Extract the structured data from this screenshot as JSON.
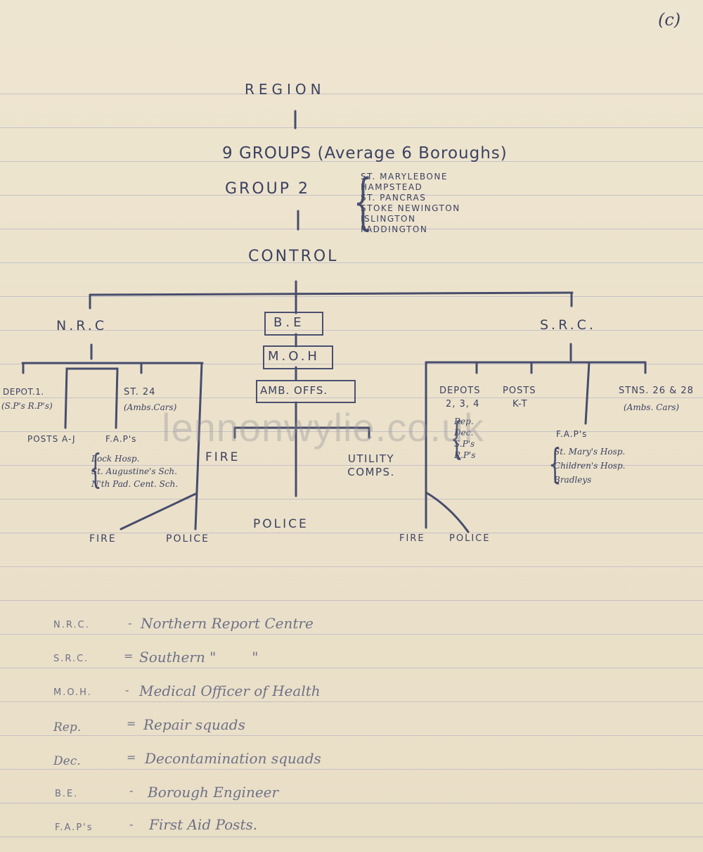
{
  "page_label": "(c)",
  "tree": {
    "region": "REGION",
    "groups": "9 GROUPS (Average 6 Boroughs)",
    "group2": {
      "label": "GROUP 2",
      "boroughs": [
        "ST. MARYLEBONE",
        "HAMPSTEAD",
        "ST. PANCRAS",
        "STOKE NEWINGTON",
        "ISLINGTON",
        "PADDINGTON"
      ]
    },
    "control": "CONTROL",
    "nrc": {
      "label": "N.R.C",
      "depot": "DEPOT.1.",
      "depot_sub": "(S.P's R.P's)",
      "st": "ST. 24",
      "st_sub": "(Ambs.Cars)",
      "posts": "POSTS A-J",
      "faps": "F.A.P's",
      "fap_list": [
        "Lock Hosp.",
        "St. Augustine's Sch.",
        "N'th Pad. Cent. Sch."
      ],
      "fire": "FIRE",
      "police": "POLICE"
    },
    "center": {
      "be": "B.E",
      "moh": "M.O.H",
      "amb": "AMB. OFFS.",
      "fire": "FIRE",
      "utility": "UTILITY COMPS.",
      "police": "POLICE"
    },
    "src": {
      "label": "S.R.C.",
      "depots": "DEPOTS",
      "depots_nums": "2, 3, 4",
      "posts": "POSTS",
      "posts_range": "K-T",
      "depot_sub": [
        "Rep.",
        "Dec.",
        "S.P's",
        "R.P's"
      ],
      "stns": "STNS. 26 & 28",
      "stns_sub": "(Ambs. Cars)",
      "faps": "F.A.P's",
      "fap_list": [
        "St. Mary's Hosp.",
        "Children's Hosp.",
        "Bradleys"
      ],
      "fire": "FIRE",
      "police": "POLICE"
    }
  },
  "legend": [
    {
      "abbr": "N.R.C.",
      "sep": "-",
      "meaning": "Northern Report Centre"
    },
    {
      "abbr": "S.R.C.",
      "sep": "=",
      "meaning": "Southern \"        \""
    },
    {
      "abbr": "M.O.H.",
      "sep": "-",
      "meaning": "Medical Officer of Health"
    },
    {
      "abbr": "Rep.",
      "sep": "=",
      "meaning": "Repair squads"
    },
    {
      "abbr": "Dec.",
      "sep": "=",
      "meaning": "Decontamination squads"
    },
    {
      "abbr": "B.E.",
      "sep": "-",
      "meaning": "Borough Engineer"
    },
    {
      "abbr": "F.A.P's",
      "sep": "-",
      "meaning": "First Aid Posts."
    }
  ],
  "watermark": "lennonwylie.co.uk"
}
